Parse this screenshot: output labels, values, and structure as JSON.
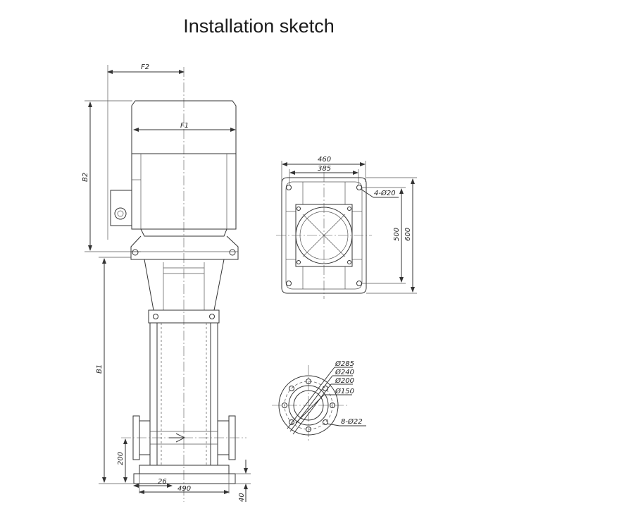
{
  "title": "Installation sketch",
  "side_view": {
    "dims": {
      "f2": "F2",
      "f1": "F1",
      "b2": "B2",
      "b1": "B1",
      "h200": "200",
      "w26": "26",
      "w490": "490",
      "h40": "40"
    }
  },
  "top_view": {
    "dims": {
      "w460": "460",
      "w385": "385",
      "h500": "500",
      "h600": "600",
      "holes": "4-Ø20"
    }
  },
  "flange_view": {
    "dims": {
      "d285": "Ø285",
      "d240": "Ø240",
      "d200": "Ø200",
      "d150": "Ø150",
      "holes": "8-Ø22"
    }
  }
}
